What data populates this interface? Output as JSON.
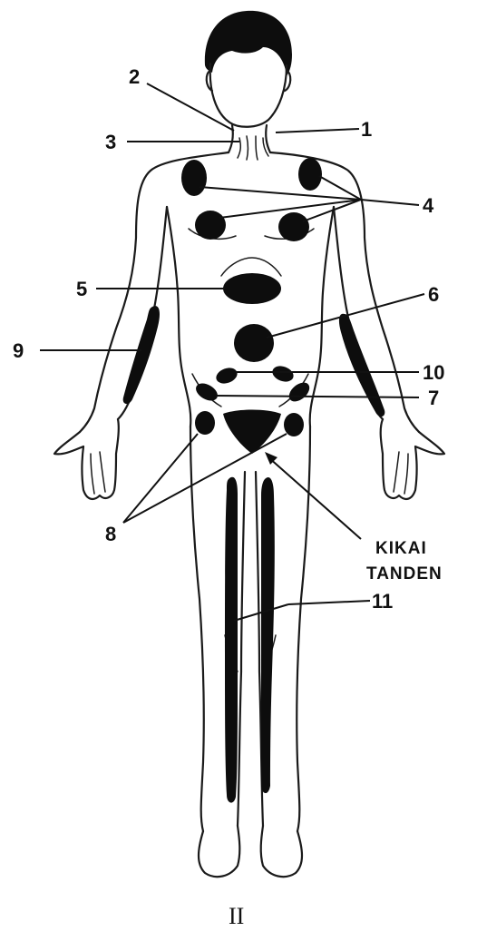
{
  "labels": {
    "l1": "1",
    "l2": "2",
    "l3": "3",
    "l4": "4",
    "l5": "5",
    "l6": "6",
    "l7": "7",
    "l8": "8",
    "l9": "9",
    "l10": "10",
    "l11": "11",
    "kikai": "KIKAI",
    "tanden": "TANDEN"
  },
  "caption": "II",
  "colors": {
    "ink": "#111111",
    "paper": "#ffffff"
  }
}
